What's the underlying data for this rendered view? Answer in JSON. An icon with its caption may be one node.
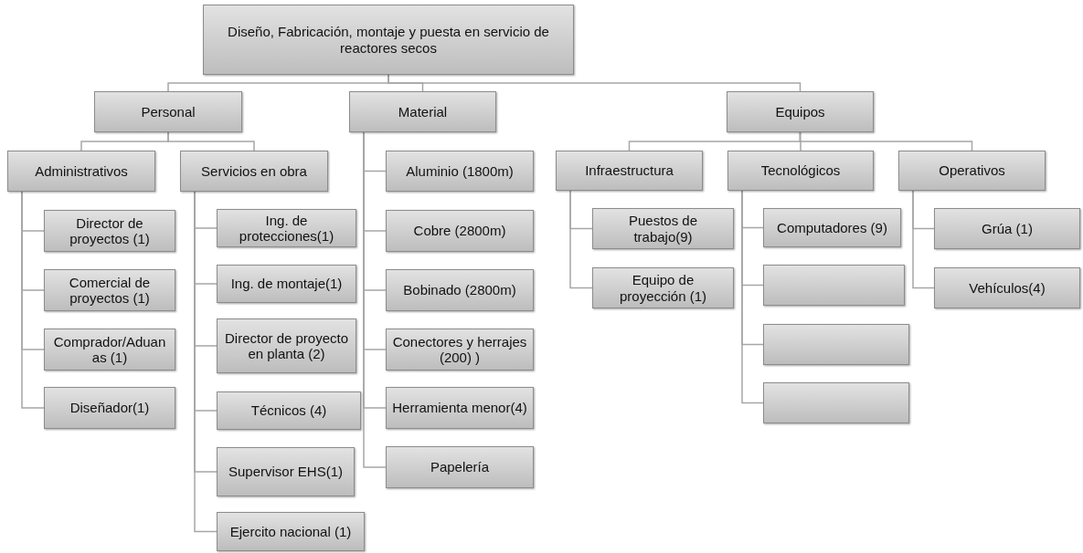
{
  "diagram": {
    "nodes": [
      {
        "text": [
          "Diseño, Fabricación, montaje y puesta en servicio de reactores secos"
        ]
      },
      {
        "text": [
          "Personal"
        ]
      },
      {
        "text": [
          "Material"
        ]
      },
      {
        "text": [
          "Equipos"
        ]
      },
      {
        "text": [
          "Administrativos"
        ]
      },
      {
        "text": [
          "Servicios en obra"
        ]
      },
      {
        "text": [
          "Director de proyectos (1)"
        ]
      },
      {
        "text": [
          "Comercial de proyectos (1)"
        ]
      },
      {
        "text": [
          "Comprador/Aduanas (1)"
        ]
      },
      {
        "text": [
          "Diseñador(1)"
        ]
      },
      {
        "text": [
          "Ing. de protecciones(1)"
        ]
      },
      {
        "text": [
          "Ing. de montaje(1)"
        ]
      },
      {
        "text": [
          "Director de proyecto en planta (2)"
        ]
      },
      {
        "text": [
          "Técnicos (4)"
        ]
      },
      {
        "text": [
          "Supervisor EHS(1)"
        ]
      },
      {
        "text": [
          "Ejercito nacional (1)"
        ]
      },
      {
        "text": [
          "Aluminio (1800m)"
        ]
      },
      {
        "text": [
          "Cobre (2800m)"
        ]
      },
      {
        "text": [
          "Bobinado (2800m)"
        ]
      },
      {
        "text": [
          "Conectores y herrajes (200) )"
        ]
      },
      {
        "text": [
          "Herramienta menor(4)"
        ]
      },
      {
        "text": [
          "Papelería"
        ]
      },
      {
        "text": [
          "Infraestructura"
        ]
      },
      {
        "text": [
          "Tecnológicos"
        ]
      },
      {
        "text": [
          "Operativos"
        ]
      },
      {
        "text": [
          "Puestos de trabajo(9)"
        ]
      },
      {
        "text": [
          "Equipo de proyección (1)"
        ]
      },
      {
        "text": [
          "Computadores (9)"
        ]
      },
      {
        "text": [],
        "shape": "box"
      },
      {
        "text": [],
        "shape": "box"
      },
      {
        "text": [],
        "shape": "box"
      },
      {
        "text": [
          "Grúa (1)"
        ]
      },
      {
        "text": [
          "Vehículos(4)"
        ]
      }
    ],
    "edges": [
      {
        "from": 0,
        "to": 1,
        "arrow": "none"
      },
      {
        "from": 0,
        "to": 2,
        "arrow": "none"
      },
      {
        "from": 0,
        "to": 3,
        "arrow": "none"
      },
      {
        "from": 1,
        "to": 4,
        "arrow": "none"
      },
      {
        "from": 1,
        "to": 5,
        "arrow": "none"
      },
      {
        "from": 4,
        "to": 6,
        "arrow": "none"
      },
      {
        "from": 4,
        "to": 7,
        "arrow": "none"
      },
      {
        "from": 4,
        "to": 8,
        "arrow": "none"
      },
      {
        "from": 4,
        "to": 9,
        "arrow": "none"
      },
      {
        "from": 5,
        "to": 10,
        "arrow": "none"
      },
      {
        "from": 5,
        "to": 11,
        "arrow": "none"
      },
      {
        "from": 5,
        "to": 12,
        "arrow": "none"
      },
      {
        "from": 5,
        "to": 13,
        "arrow": "none"
      },
      {
        "from": 5,
        "to": 14,
        "arrow": "none"
      },
      {
        "from": 5,
        "to": 15,
        "arrow": "none"
      },
      {
        "from": 2,
        "to": 16,
        "arrow": "none"
      },
      {
        "from": 2,
        "to": 17,
        "arrow": "none"
      },
      {
        "from": 2,
        "to": 18,
        "arrow": "none"
      },
      {
        "from": 2,
        "to": 19,
        "arrow": "none"
      },
      {
        "from": 2,
        "to": 20,
        "arrow": "none"
      },
      {
        "from": 2,
        "to": 21,
        "arrow": "none"
      },
      {
        "from": 3,
        "to": 22,
        "arrow": "none"
      },
      {
        "from": 3,
        "to": 23,
        "arrow": "none"
      },
      {
        "from": 3,
        "to": 24,
        "arrow": "none"
      },
      {
        "from": 22,
        "to": 25,
        "arrow": "none"
      },
      {
        "from": 22,
        "to": 26,
        "arrow": "none"
      },
      {
        "from": 23,
        "to": 27,
        "arrow": "none"
      },
      {
        "from": 23,
        "to": 28,
        "arrow": "none"
      },
      {
        "from": 23,
        "to": 29,
        "arrow": "none"
      },
      {
        "from": 23,
        "to": 30,
        "arrow": "none"
      },
      {
        "from": 24,
        "to": 31,
        "arrow": "none"
      },
      {
        "from": 24,
        "to": 32,
        "arrow": "none"
      }
    ]
  }
}
